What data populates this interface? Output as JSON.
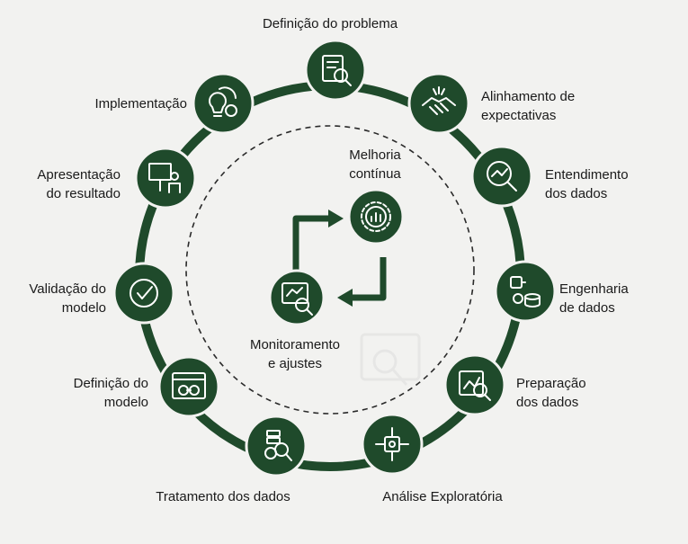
{
  "colors": {
    "ring": "#1f4a2b",
    "node": "#1f4a2b",
    "icon": "#ffffff",
    "background": "#f2f2f0",
    "text": "#1a1a1a"
  },
  "steps": [
    {
      "lines": [
        "Definição do problema"
      ],
      "icon": "document-search-icon"
    },
    {
      "lines": [
        "Alinhamento de",
        "expectativas"
      ],
      "icon": "handshake-icon"
    },
    {
      "lines": [
        "Entendimento",
        "dos dados"
      ],
      "icon": "magnifier-chart-icon"
    },
    {
      "lines": [
        "Engenharia",
        "de dados"
      ],
      "icon": "database-gear-icon"
    },
    {
      "lines": [
        "Preparação",
        "dos dados"
      ],
      "icon": "chart-search-icon"
    },
    {
      "lines": [
        "Análise Exploratória"
      ],
      "icon": "network-chip-icon"
    },
    {
      "lines": [
        "Tratamento dos dados"
      ],
      "icon": "data-search-icon"
    },
    {
      "lines": [
        "Definição do",
        "modelo"
      ],
      "icon": "model-screen-icon"
    },
    {
      "lines": [
        "Validação do",
        "modelo"
      ],
      "icon": "check-circle-icon"
    },
    {
      "lines": [
        "Apresentação",
        "do resultado"
      ],
      "icon": "presenter-icon"
    },
    {
      "lines": [
        "Implementação"
      ],
      "icon": "lightbulb-gear-icon"
    }
  ],
  "inner": {
    "improvement": {
      "lines": [
        "Melhoria",
        "contínua"
      ],
      "icon": "gear-chart-icon"
    },
    "monitoring": {
      "lines": [
        "Monitoramento",
        "e ajustes"
      ],
      "icon": "monitor-search-icon"
    }
  }
}
